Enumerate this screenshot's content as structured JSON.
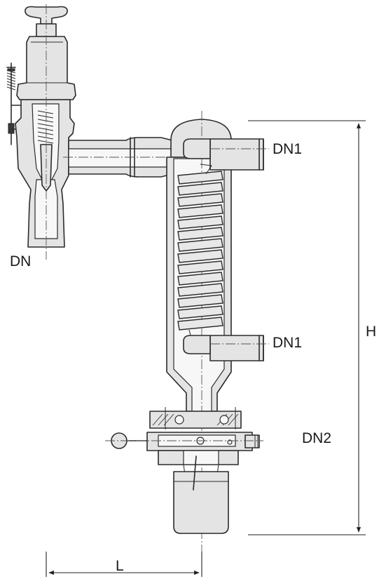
{
  "labels": {
    "inlet": "DN",
    "outlet_top": "DN1",
    "outlet_bottom": "DN1",
    "drain": "DN2",
    "height": "H",
    "length": "L"
  }
}
